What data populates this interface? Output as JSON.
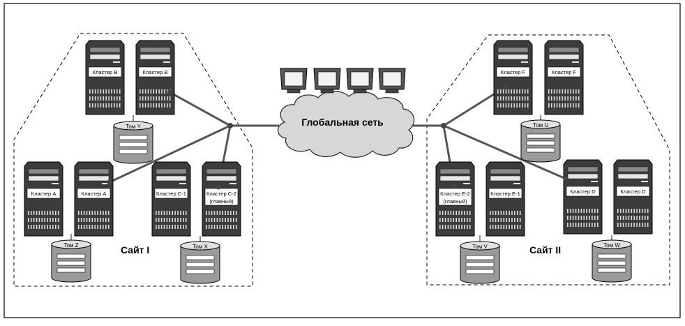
{
  "wan": {
    "label": "Глобальная сеть"
  },
  "sites": [
    {
      "id": "site1",
      "label": "Сайт I"
    },
    {
      "id": "site2",
      "label": "Сайт II"
    }
  ],
  "servers": [
    {
      "id": "b1",
      "label": [
        "Кластер B"
      ]
    },
    {
      "id": "b2",
      "label": [
        "Кластер B"
      ]
    },
    {
      "id": "a1",
      "label": [
        "Кластер A"
      ]
    },
    {
      "id": "a2",
      "label": [
        "Кластер A"
      ]
    },
    {
      "id": "c1",
      "label": [
        "Кластер C-1"
      ]
    },
    {
      "id": "c2",
      "label": [
        "Кластер C-2",
        "(главный)"
      ]
    },
    {
      "id": "f1",
      "label": [
        "Кластер F"
      ]
    },
    {
      "id": "f2",
      "label": [
        "Кластер F"
      ]
    },
    {
      "id": "e2",
      "label": [
        "Кластер E-2",
        "(главный)"
      ]
    },
    {
      "id": "e1",
      "label": [
        "Кластер E-1"
      ]
    },
    {
      "id": "d1",
      "label": [
        "Кластер D"
      ]
    },
    {
      "id": "d2",
      "label": [
        "Кластер D"
      ]
    }
  ],
  "volumes": [
    {
      "id": "y",
      "label": "Том Y"
    },
    {
      "id": "z",
      "label": "Том Z"
    },
    {
      "id": "x",
      "label": "Том X"
    },
    {
      "id": "u",
      "label": "Том U"
    },
    {
      "id": "v",
      "label": "Том V"
    },
    {
      "id": "w",
      "label": "Том W"
    }
  ],
  "colors": {
    "line": "#555555",
    "stroke": "#000000",
    "server_dark": "#3c3c3c",
    "server_mid": "#8a8a8a",
    "server_light": "#e6e6e6",
    "cloud": "#d7d7d7"
  }
}
